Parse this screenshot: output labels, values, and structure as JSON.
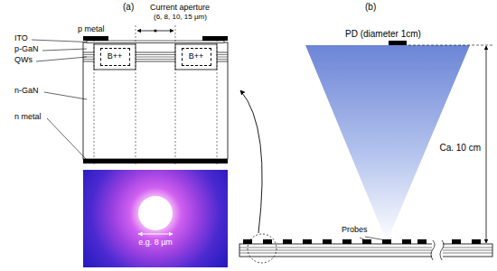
{
  "diagram": {
    "nodes": [
      {
        "text": [
          "B++"
        ]
      },
      {
        "text": [
          "B++"
        ]
      }
    ],
    "labels": [
      "(a)",
      "Current aperture",
      "(6, 8, 10, 15 µm)",
      "p metal",
      "ITO",
      "p-GaN",
      "QWs",
      "n-GaN",
      "n metal",
      "e.g. 8 µm",
      "(b)",
      "PD (diameter 1cm)",
      "Ca. 10 cm",
      "Probes"
    ]
  }
}
